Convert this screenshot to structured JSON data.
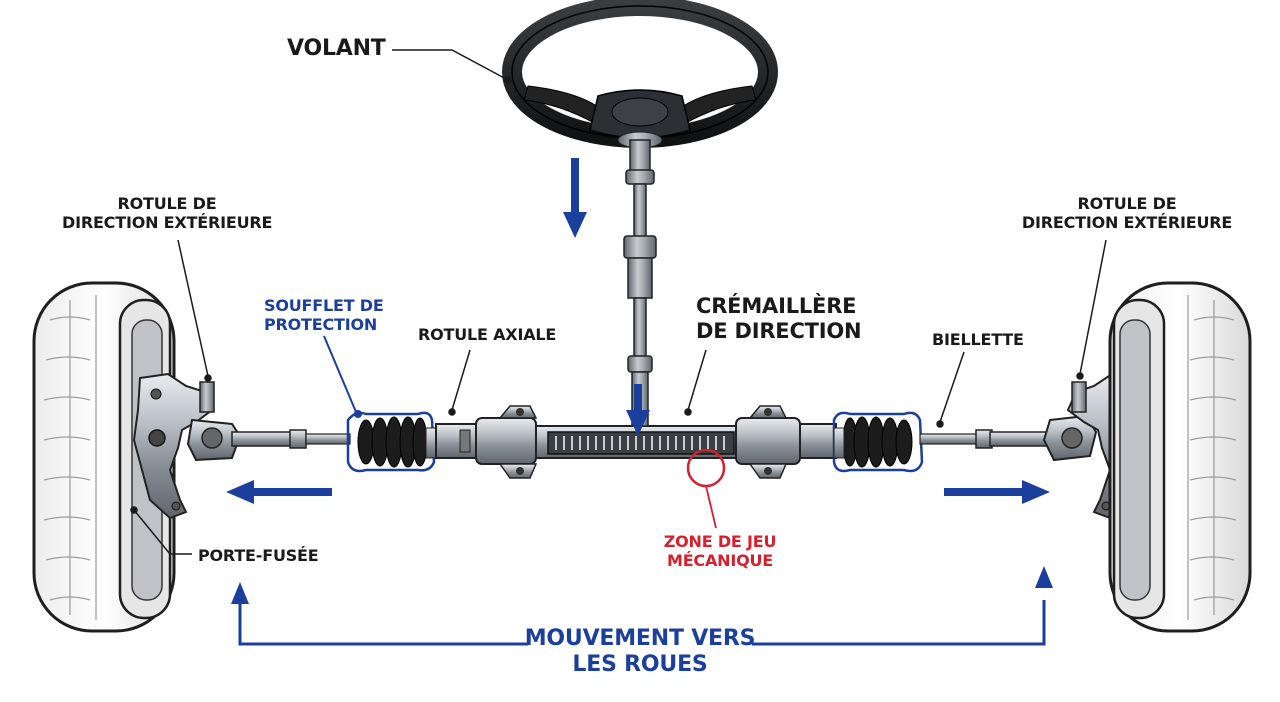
{
  "colors": {
    "accent_blue": "#1b3f9c",
    "highlight_red": "#d5202e",
    "label_black": "#1a1a1a",
    "metal": "#9aa1a8"
  },
  "labels": {
    "volant": "VOLANT",
    "rotule_exterieure_left": {
      "line1": "ROTULE DE",
      "line2": "DIRECTION EXTÉRIEURE"
    },
    "rotule_exterieure_right": {
      "line1": "ROTULE DE",
      "line2": "DIRECTION EXTÉRIEURE"
    },
    "soufflet": {
      "line1": "SOUFFLET DE",
      "line2": "PROTECTION"
    },
    "rotule_axiale": "ROTULE AXIALE",
    "cremaillere": {
      "line1": "CRÉMAILLÈRE",
      "line2": "DE DIRECTION"
    },
    "biellette": "BIELLETTE",
    "porte_fusee": "PORTE-FUSÉE",
    "zone_jeu": {
      "line1": "ZONE DE JEU",
      "line2": "MÉCANIQUE"
    },
    "mouvement": {
      "line1": "MOUVEMENT VERS",
      "line2": "LES ROUES"
    }
  },
  "icons": {
    "steering_wheel": "steering-wheel-icon",
    "arrow_down": "arrow-down-icon",
    "arrow_left": "arrow-left-icon",
    "arrow_right": "arrow-right-icon",
    "arrow_up": "arrow-up-icon",
    "tire": "tire-icon"
  }
}
